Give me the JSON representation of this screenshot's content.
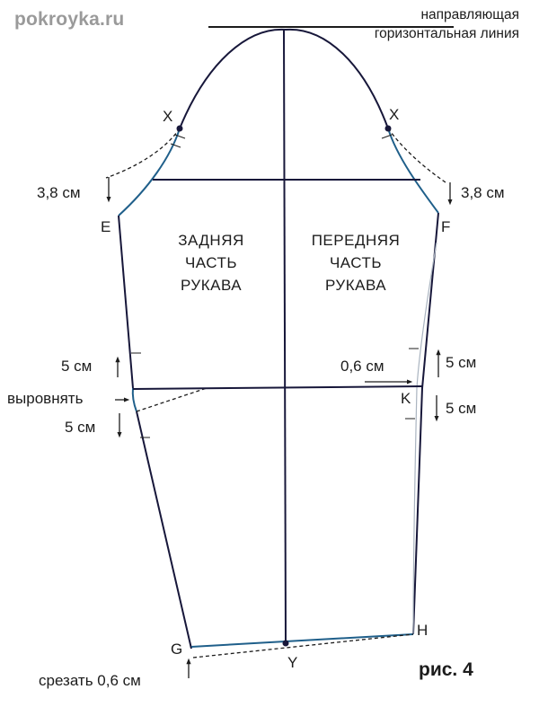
{
  "site": "pokroyka.ru",
  "guide_line": {
    "line1": "направляющая",
    "line2": "горизонтальная линия"
  },
  "points": {
    "X_left": "X",
    "X_right": "X",
    "E": "E",
    "F": "F",
    "K": "K",
    "G": "G",
    "H": "H",
    "Y": "Y"
  },
  "measurements": {
    "cap_drop_left": "3,8 см",
    "cap_drop_right": "3,8 см",
    "elbow_back_up": "5 см",
    "elbow_back_down": "5 см",
    "elbow_front_up": "5 см",
    "elbow_front_down": "5 см",
    "elbow_shift": "0,6 см",
    "align": "выровнять",
    "hem_cut": "срезать 0,6 см"
  },
  "parts": {
    "back": [
      "ЗАДНЯЯ",
      "ЧАСТЬ",
      "РУКАВА"
    ],
    "front": [
      "ПЕРЕДНЯЯ",
      "ЧАСТЬ",
      "РУКАВА"
    ]
  },
  "figure_label": "рис. 4",
  "colors": {
    "outline": "#17173a",
    "adjusted": "#1f5f8a",
    "text": "#1c1c1c",
    "site": "#9a9a9a"
  }
}
